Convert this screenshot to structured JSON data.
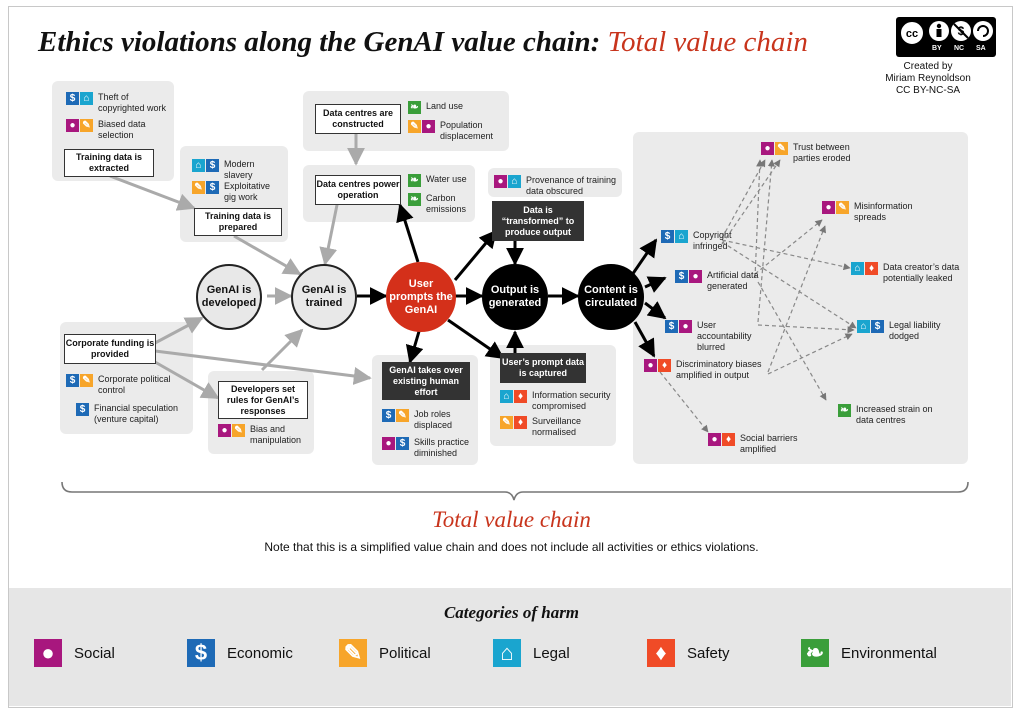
{
  "header": {
    "title_main": "Ethics violations along the GenAI value chain: ",
    "title_highlight": "Total value chain",
    "credit_lines": [
      "Created by",
      "Miriam Reynoldson",
      "CC BY-NC-SA"
    ],
    "license_badge": {
      "icon": "creative-commons-icon",
      "labels": [
        "BY",
        "NC",
        "SA"
      ]
    }
  },
  "colors": {
    "social": "#a8177e",
    "economic": "#1e6ab6",
    "political": "#f7a52a",
    "legal": "#1aa5cf",
    "safety": "#f04b27",
    "environmental": "#3a9e3a",
    "accent_red": "#d4301a"
  },
  "nodes": {
    "developed": "GenAI is developed",
    "trained": "GenAI is trained",
    "prompts": "User prompts the GenAI",
    "output": "Output is generated",
    "content": "Content is circulated"
  },
  "boxes": {
    "training_extracted": "Training data is extracted",
    "training_prepared": "Training data is prepared",
    "centres_constructed": "Data centres are constructed",
    "centres_power": "Data centres power operation",
    "data_transformed": "Data is “transformed” to produce output",
    "corporate_funding": "Corporate funding is provided",
    "developers_rules": "Developers set rules for GenAI’s responses",
    "genai_takes_over": "GenAI takes over existing human effort",
    "prompt_captured": "User’s prompt data is captured"
  },
  "harms": {
    "theft": {
      "text": "Theft of copyrighted work",
      "icons": [
        "economic",
        "legal"
      ]
    },
    "biased_selection": {
      "text": "Biased data selection",
      "icons": [
        "social",
        "political"
      ]
    },
    "modern_slavery": {
      "text": "Modern slavery",
      "icons": [
        "legal",
        "economic"
      ]
    },
    "gig_work": {
      "text": "Exploitative gig work",
      "icons": [
        "political",
        "economic"
      ]
    },
    "land_use": {
      "text": "Land use",
      "icons": [
        "environmental"
      ]
    },
    "displacement": {
      "text": "Population displacement",
      "icons": [
        "political",
        "social"
      ]
    },
    "water_use": {
      "text": "Water use",
      "icons": [
        "environmental"
      ]
    },
    "carbon": {
      "text": "Carbon emissions",
      "icons": [
        "environmental"
      ]
    },
    "provenance": {
      "text": "Provenance of training data obscured",
      "icons": [
        "social",
        "legal"
      ]
    },
    "political_control": {
      "text": "Corporate political control",
      "icons": [
        "economic",
        "political"
      ]
    },
    "speculation": {
      "text": "Financial speculation (venture capital)",
      "icons": [
        "economic"
      ]
    },
    "bias_manipulation": {
      "text": "Bias and manipulation",
      "icons": [
        "social",
        "political"
      ]
    },
    "job_roles": {
      "text": "Job roles displaced",
      "icons": [
        "economic",
        "political"
      ]
    },
    "skills": {
      "text": "Skills practice diminished",
      "icons": [
        "social",
        "economic"
      ]
    },
    "info_security": {
      "text": "Information security compromised",
      "icons": [
        "legal",
        "safety"
      ]
    },
    "surveillance": {
      "text": "Surveillance normalised",
      "icons": [
        "political",
        "safety"
      ]
    },
    "copyright": {
      "text": "Copyright infringed",
      "icons": [
        "economic",
        "legal"
      ]
    },
    "artificial_data": {
      "text": "Artificial data generated",
      "icons": [
        "economic",
        "social"
      ]
    },
    "accountability": {
      "text": "User accountability blurred",
      "icons": [
        "economic",
        "social"
      ]
    },
    "discriminatory": {
      "text": "Discriminatory biases amplified in output",
      "icons": [
        "social",
        "safety"
      ]
    },
    "trust": {
      "text": "Trust between parties eroded",
      "icons": [
        "social",
        "political"
      ]
    },
    "misinformation": {
      "text": "Misinformation spreads",
      "icons": [
        "social",
        "political"
      ]
    },
    "creator_leak": {
      "text": "Data creator’s data potentially leaked",
      "icons": [
        "legal",
        "safety"
      ]
    },
    "liability": {
      "text": "Legal liability dodged",
      "icons": [
        "legal",
        "economic"
      ]
    },
    "strain": {
      "text": "Increased strain on data centres",
      "icons": [
        "environmental"
      ]
    },
    "social_barriers": {
      "text": "Social barriers amplified",
      "icons": [
        "social",
        "safety"
      ]
    }
  },
  "footer": {
    "brace_label": "Total value chain",
    "note": "Note that this is a simplified value chain and does not include all activities or ethics violations."
  },
  "legend": {
    "title": "Categories of harm",
    "items": [
      {
        "label": "Social",
        "icon": "person-icon"
      },
      {
        "label": "Economic",
        "icon": "dollar-icon"
      },
      {
        "label": "Political",
        "icon": "megaphone-icon"
      },
      {
        "label": "Legal",
        "icon": "courthouse-icon"
      },
      {
        "label": "Safety",
        "icon": "shield-icon"
      },
      {
        "label": "Environmental",
        "icon": "leaf-icon"
      }
    ]
  }
}
